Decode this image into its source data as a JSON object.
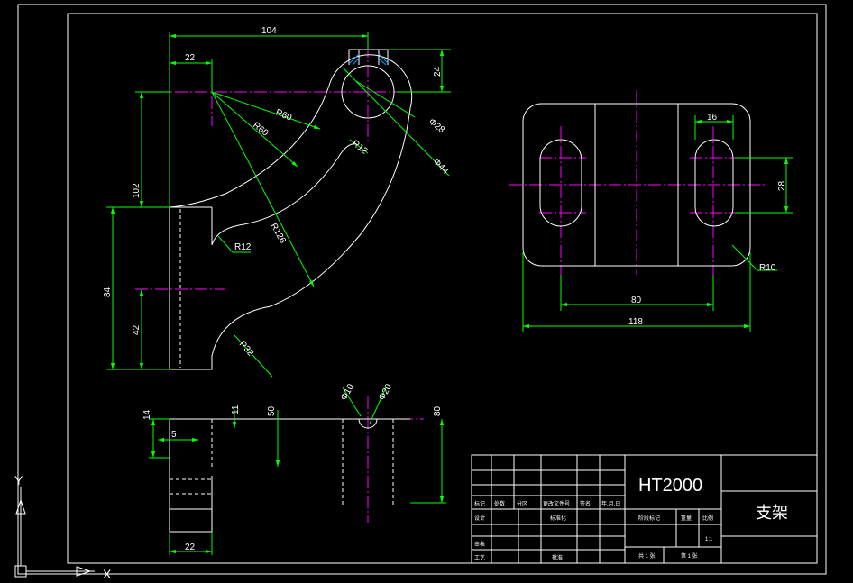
{
  "drawing": {
    "dimensions": {
      "d104": "104",
      "d22_top": "22",
      "d24": "24",
      "r60_a": "R60",
      "r60_b": "R60",
      "r12_top": "R12",
      "phi28": "Φ28",
      "phi44": "Φ44",
      "d102": "102",
      "r126": "R126",
      "r12_left": "R12",
      "d84": "84",
      "d42": "42",
      "r32": "R32",
      "d16": "16",
      "d28": "28",
      "r10": "R10",
      "d80": "80",
      "d118": "118",
      "phi10": "Φ10",
      "phi20": "Φ20",
      "d11": "11",
      "d50": "50",
      "d5": "5",
      "d14": "14",
      "d80_right": "80",
      "d22_bottom": "22"
    },
    "title_block": {
      "material": "HT2000",
      "part_name": "支架",
      "headers": [
        "标记",
        "处数",
        "分区",
        "更改文件号",
        "签名",
        "年.月.日"
      ],
      "row_design": [
        "设计",
        "标准化"
      ],
      "row_review": "审核",
      "row_process": "工艺",
      "approve": "批准",
      "stage_mark": "阶段标记",
      "weight": "重量",
      "scale": "比例",
      "scale_value": "1:1",
      "sheets_total": "共 1 张",
      "sheet_no": "第 1 张"
    },
    "ucs": {
      "x_label": "X",
      "y_label": "Y"
    }
  }
}
